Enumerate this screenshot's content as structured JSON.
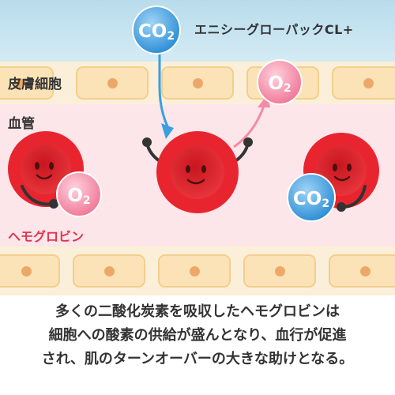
{
  "header": {
    "product_label": "エニシーグローパックCL+"
  },
  "labels": {
    "skin_cells": "皮膚細胞",
    "blood_vessel": "血管",
    "hemoglobin": "ヘモグロビン"
  },
  "molecules": {
    "co2_top": {
      "main": "CO",
      "sub": "2"
    },
    "o2_top": {
      "main": "O",
      "sub": "2"
    },
    "o2_left": {
      "main": "O",
      "sub": "2"
    },
    "co2_right": {
      "main": "CO",
      "sub": "2"
    }
  },
  "caption": {
    "line1": "多くの二酸化炭素を吸収したヘモグロビンは",
    "line2": "細胞への酸素の供給が盛んとなり、血行が促進",
    "line3": "され、肌のターンオーバーの大きな助けとなる。"
  },
  "colors": {
    "blood_cell": "#e8252f",
    "co2_blue": "#3a9ee0",
    "o2_pink": "#f48aa6",
    "arrow_blue": "#3a9ee0",
    "arrow_pink": "#f38aa8"
  },
  "icons": {
    "blood_cell": "smiling-red-blood-cell",
    "molecule": "gas-bubble"
  }
}
